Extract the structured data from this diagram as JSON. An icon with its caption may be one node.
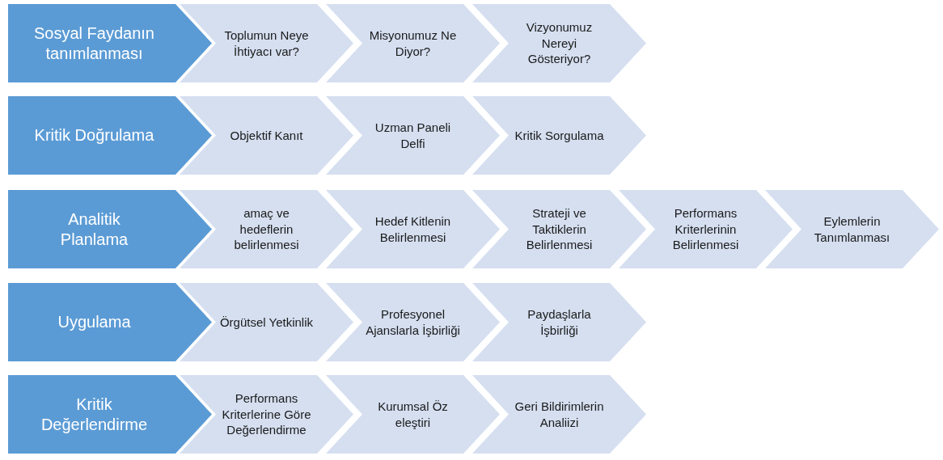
{
  "diagram": {
    "nodes": [
      {
        "text": [
          "Sosyal Faydanın tanımlanması"
        ]
      },
      {
        "text": [
          "Toplumun Neye İhtiyacı var?"
        ]
      },
      {
        "text": [
          "Misyonumuz Ne Diyor?"
        ]
      },
      {
        "text": [
          "Vizyonumuz Nereyi Gösteriyor?"
        ]
      },
      {
        "text": [
          "Kritik Doğrulama"
        ]
      },
      {
        "text": [
          "Objektif Kanıt"
        ]
      },
      {
        "text": [
          "Uzman Paneli Delfi"
        ]
      },
      {
        "text": [
          "Kritik Sorgulama"
        ]
      },
      {
        "text": [
          "Analitik Planlama"
        ]
      },
      {
        "text": [
          "amaç ve hedeflerin belirlenmesi"
        ]
      },
      {
        "text": [
          "Hedef Kitlenin Belirlenmesi"
        ]
      },
      {
        "text": [
          "Strateji ve Taktiklerin Belirlenmesi"
        ]
      },
      {
        "text": [
          "Performans Kriterlerinin Belirlenmesi"
        ]
      },
      {
        "text": [
          "Eylemlerin Tanımlanması"
        ]
      },
      {
        "text": [
          "Uygulama"
        ]
      },
      {
        "text": [
          "Örgütsel Yetkinlik"
        ]
      },
      {
        "text": [
          "Profesyonel Ajanslarla İşbirliği"
        ]
      },
      {
        "text": [
          "Paydaşlarla İşbirliği"
        ]
      },
      {
        "text": [
          "Kritik Değerlendirme"
        ]
      },
      {
        "text": [
          "Performans Kriterlerine Göre Değerlendirme"
        ]
      },
      {
        "text": [
          "Kurumsal Öz eleştiri"
        ]
      },
      {
        "text": [
          "Geri Bildirimlerin Analiizi"
        ]
      }
    ]
  }
}
